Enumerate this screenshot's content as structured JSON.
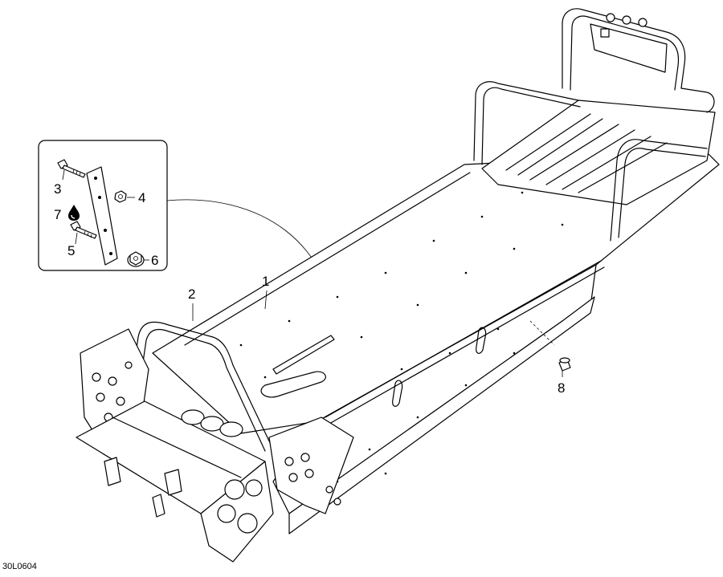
{
  "diagram": {
    "callouts": [
      {
        "id": "1",
        "label": "1"
      },
      {
        "id": "2",
        "label": "2"
      },
      {
        "id": "3",
        "label": "3"
      },
      {
        "id": "4",
        "label": "4"
      },
      {
        "id": "5",
        "label": "5"
      },
      {
        "id": "6",
        "label": "6"
      },
      {
        "id": "7",
        "label": "7"
      },
      {
        "id": "8",
        "label": "8"
      }
    ],
    "reference_code": "30L0604",
    "detail_box_icon": "oil-drop-icon"
  }
}
